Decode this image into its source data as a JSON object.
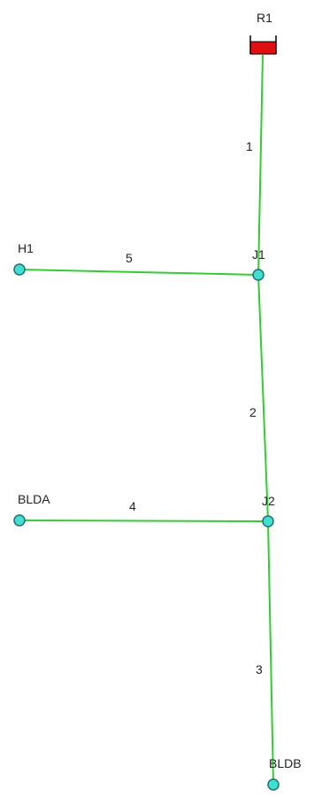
{
  "colors": {
    "background": "#ffffff",
    "pipe": "#32cd32",
    "junction_fill": "#40e0d0",
    "junction_stroke": "#1f6f78",
    "reservoir_fill": "#e01010",
    "label": "#222222"
  },
  "nodes": {
    "R1": {
      "label": "R1",
      "kind": "reservoir"
    },
    "J1": {
      "label": "J1",
      "kind": "junction"
    },
    "H1": {
      "label": "H1",
      "kind": "junction"
    },
    "J2": {
      "label": "J2",
      "kind": "junction"
    },
    "BLDA": {
      "label": "BLDA",
      "kind": "junction"
    },
    "BLDB": {
      "label": "BLDB",
      "kind": "junction"
    }
  },
  "links": {
    "p1": {
      "label": "1",
      "from": "R1",
      "to": "J1"
    },
    "p2": {
      "label": "2",
      "from": "J1",
      "to": "J2"
    },
    "p3": {
      "label": "3",
      "from": "J2",
      "to": "BLDB"
    },
    "p4": {
      "label": "4",
      "from": "BLDA",
      "to": "J2"
    },
    "p5": {
      "label": "5",
      "from": "H1",
      "to": "J1"
    }
  }
}
